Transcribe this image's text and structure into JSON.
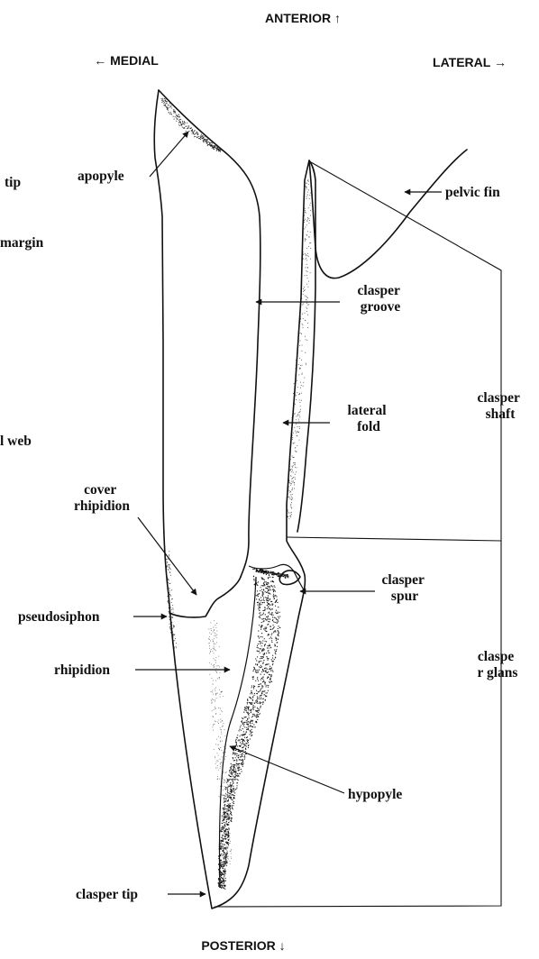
{
  "directions": {
    "anterior": "ANTERIOR ↑",
    "medial": "← MEDIAL",
    "lateral": "LATERAL →",
    "posterior": "POSTERIOR ↓"
  },
  "labels": {
    "apopyle": "apopyle",
    "pelvic_fin": "pelvic fin",
    "clasper_groove": [
      "clasper",
      "groove"
    ],
    "lateral_fold": [
      "lateral",
      "fold"
    ],
    "clasper_shaft": [
      "clasper",
      "shaft"
    ],
    "cover_rhipidion": [
      "cover",
      "rhipidion"
    ],
    "clasper_spur": [
      "clasper",
      "spur"
    ],
    "pseudosiphon": "pseudosiphon",
    "rhipidion": "rhipidion",
    "clasper_glans": [
      "claspe",
      "r glans"
    ],
    "hypopyle": "hypopyle",
    "clasper_tip": "clasper tip",
    "cut_tip": "tip",
    "cut_margin": "margin",
    "cut_web": "l web"
  }
}
